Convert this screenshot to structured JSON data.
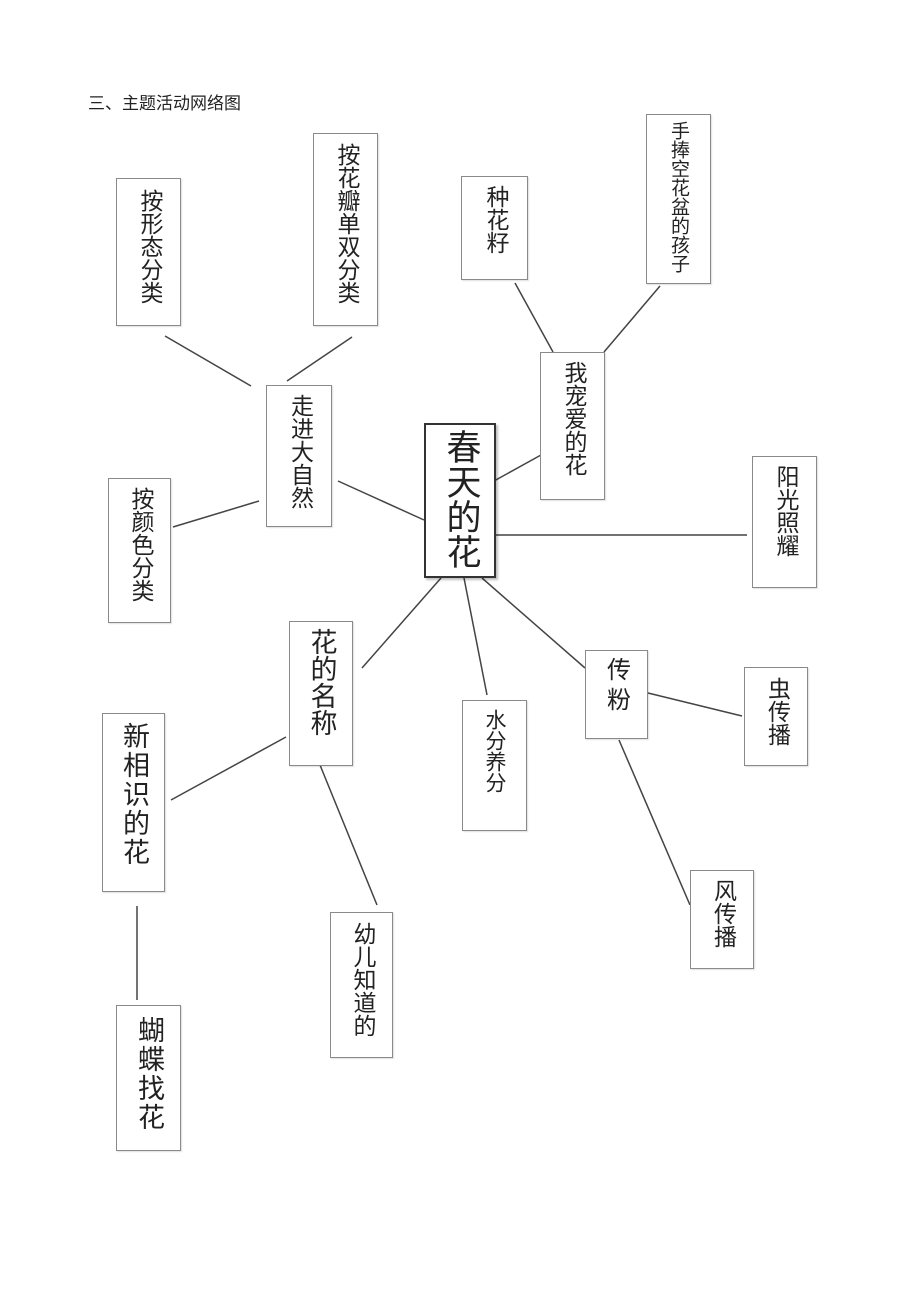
{
  "heading": "三、主题活动网络图",
  "center": {
    "text": "春天的花"
  },
  "nodes": {
    "shape_classify": "按形态分类",
    "petal_classify": "按花瓣单双分类",
    "color_classify": "按颜色分类",
    "nature": "走进大自然",
    "plant_seeds": "种花籽",
    "child_pot": "手捧空花盆的孩子",
    "favorite": "我宠爱的花",
    "sunshine": "阳光照耀",
    "flower_names": "花的名称",
    "water": "水分养分",
    "pollination": "传粉",
    "insect": "虫传播",
    "wind": "风传播",
    "new_flowers": "新相识的花",
    "kids_know": "幼儿知道的",
    "butterfly": "蝴蝶找花"
  },
  "colors": {
    "line": "#444444",
    "border": "#8a8a8a",
    "center_border": "#333333",
    "text": "#222222"
  }
}
